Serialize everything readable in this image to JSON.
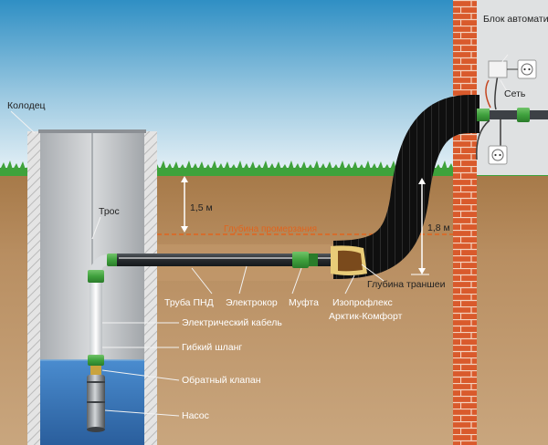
{
  "labels": {
    "well": "Колодец",
    "cable_rope": "Трос",
    "depth_upper": "1,5 м",
    "freezing_depth": "Глубина промерзания",
    "depth_trench": "1,8 м",
    "automation_block": "Блок автоматики",
    "network": "Сеть",
    "trench_depth": "Глубина траншеи",
    "hdpe_pipe": "Труба ПНД",
    "heating_cable": "Электрокор",
    "coupling": "Муфта",
    "isoprofleks_1": "Изопрофлекс",
    "isoprofleks_2": "Арктик-Комфорт",
    "electric_cable": "Электрический кабель",
    "flexible_hose": "Гибкий шланг",
    "check_valve": "Обратный клапан",
    "pump": "Насос"
  },
  "colors": {
    "sky_top": "#2f8fc4",
    "sky_bottom": "#e8f2f7",
    "grass": "#3ea23b",
    "soil": "#b4895c",
    "brick": "#d95a2c",
    "water": "#2b6fb0",
    "freezing_line": "#e0641e",
    "corrugated_pipe": "#1a1a1a",
    "coupling_green": "#3fa13d"
  },
  "icons": {
    "socket": "power-socket-icon",
    "junction_box": "junction-box-icon"
  }
}
